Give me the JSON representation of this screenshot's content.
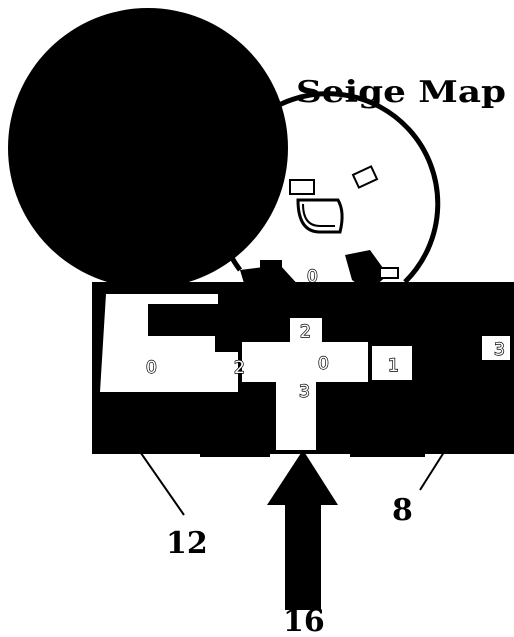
{
  "map": {
    "title": "Seige Map",
    "ink_color": "#000000",
    "paper_color": "#ffffff",
    "room_counts": {
      "west_hall": "0",
      "north_chamber": "0",
      "north_passage": "2",
      "west_door": "2",
      "central_corridor": "0",
      "east_cell": "1",
      "south_entry": "3",
      "far_east_cell": "3"
    },
    "attack_counts": {
      "west": "12",
      "east": "8",
      "south": "16"
    }
  }
}
